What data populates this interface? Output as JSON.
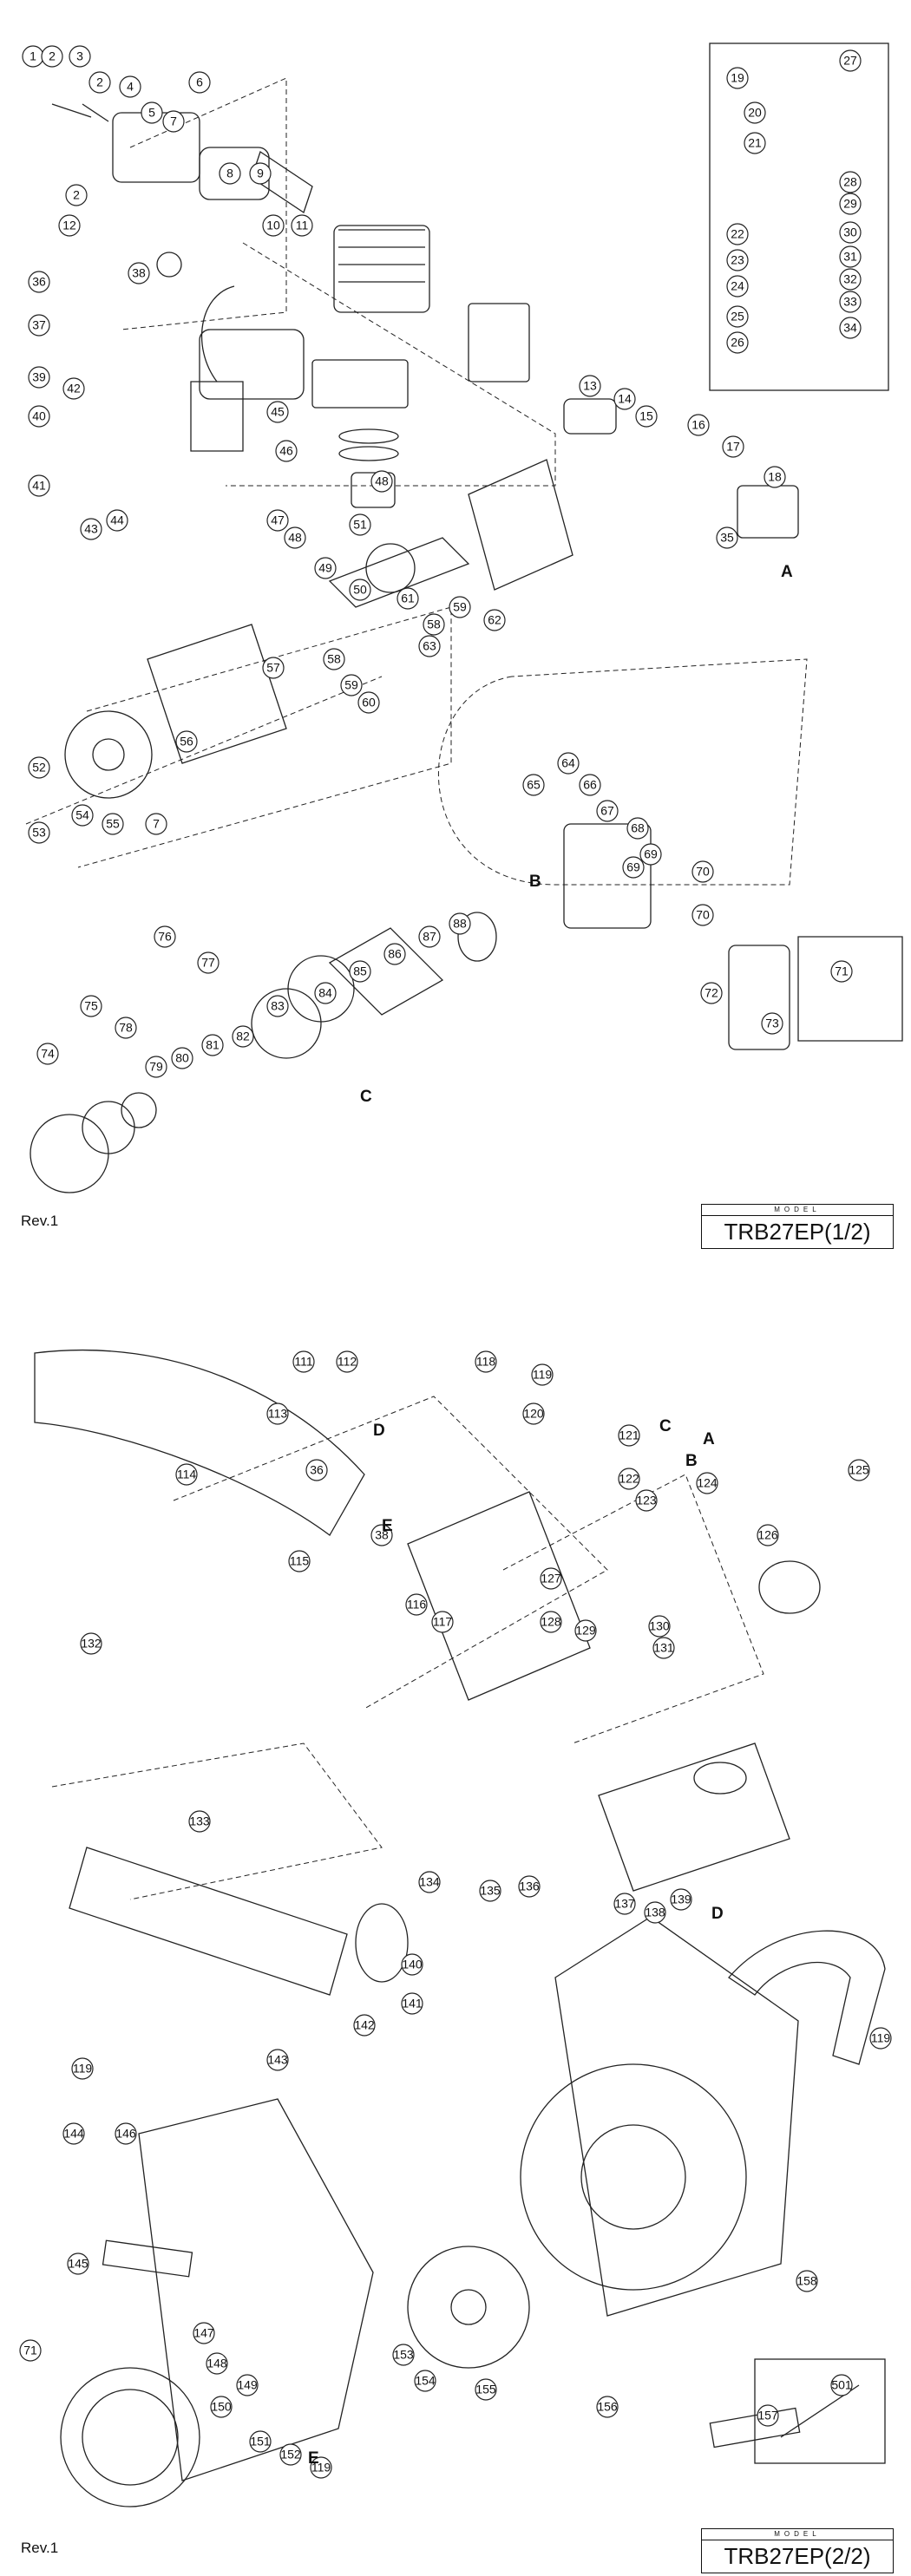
{
  "pages": [
    {
      "rev": "Rev.1",
      "model_caption": "MODEL",
      "model": "TRB27EP(1/2)"
    },
    {
      "rev": "Rev.1",
      "model_caption": "MODEL",
      "model": "TRB27EP(2/2)"
    }
  ],
  "section_markers": {
    "A": "A",
    "B": "B",
    "C": "C",
    "D": "D",
    "E": "E"
  },
  "part_callouts_page1": [
    "1",
    "2",
    "3",
    "2",
    "4",
    "5",
    "2",
    "6",
    "7",
    "8",
    "9",
    "10",
    "11",
    "12",
    "36",
    "38",
    "37",
    "39",
    "40",
    "42",
    "41",
    "43",
    "44",
    "45",
    "46",
    "47",
    "48",
    "48",
    "51",
    "49",
    "50",
    "61",
    "58",
    "59",
    "62",
    "63",
    "57",
    "58",
    "59",
    "60",
    "56",
    "52",
    "53",
    "54",
    "55",
    "7",
    "13",
    "14",
    "15",
    "16",
    "17",
    "18",
    "35",
    "19",
    "20",
    "21",
    "22",
    "23",
    "24",
    "25",
    "26",
    "27",
    "28",
    "29",
    "30",
    "31",
    "32",
    "33",
    "34",
    "64",
    "65",
    "66",
    "67",
    "68",
    "69",
    "69",
    "70",
    "70",
    "71",
    "72",
    "73",
    "76",
    "77",
    "75",
    "74",
    "78",
    "79",
    "80",
    "81",
    "82",
    "83",
    "84",
    "85",
    "86",
    "87",
    "88"
  ],
  "part_callouts_page2": [
    "111",
    "112",
    "118",
    "119",
    "120",
    "113",
    "114",
    "36",
    "38",
    "115",
    "116",
    "117",
    "121",
    "122",
    "123",
    "124",
    "125",
    "126",
    "127",
    "128",
    "129",
    "130",
    "131",
    "132",
    "133",
    "134",
    "135",
    "136",
    "137",
    "138",
    "139",
    "140",
    "141",
    "142",
    "119",
    "119",
    "143",
    "144",
    "146",
    "145",
    "71",
    "147",
    "148",
    "149",
    "150",
    "151",
    "152",
    "119",
    "153",
    "154",
    "155",
    "156",
    "157",
    "158",
    "501"
  ]
}
